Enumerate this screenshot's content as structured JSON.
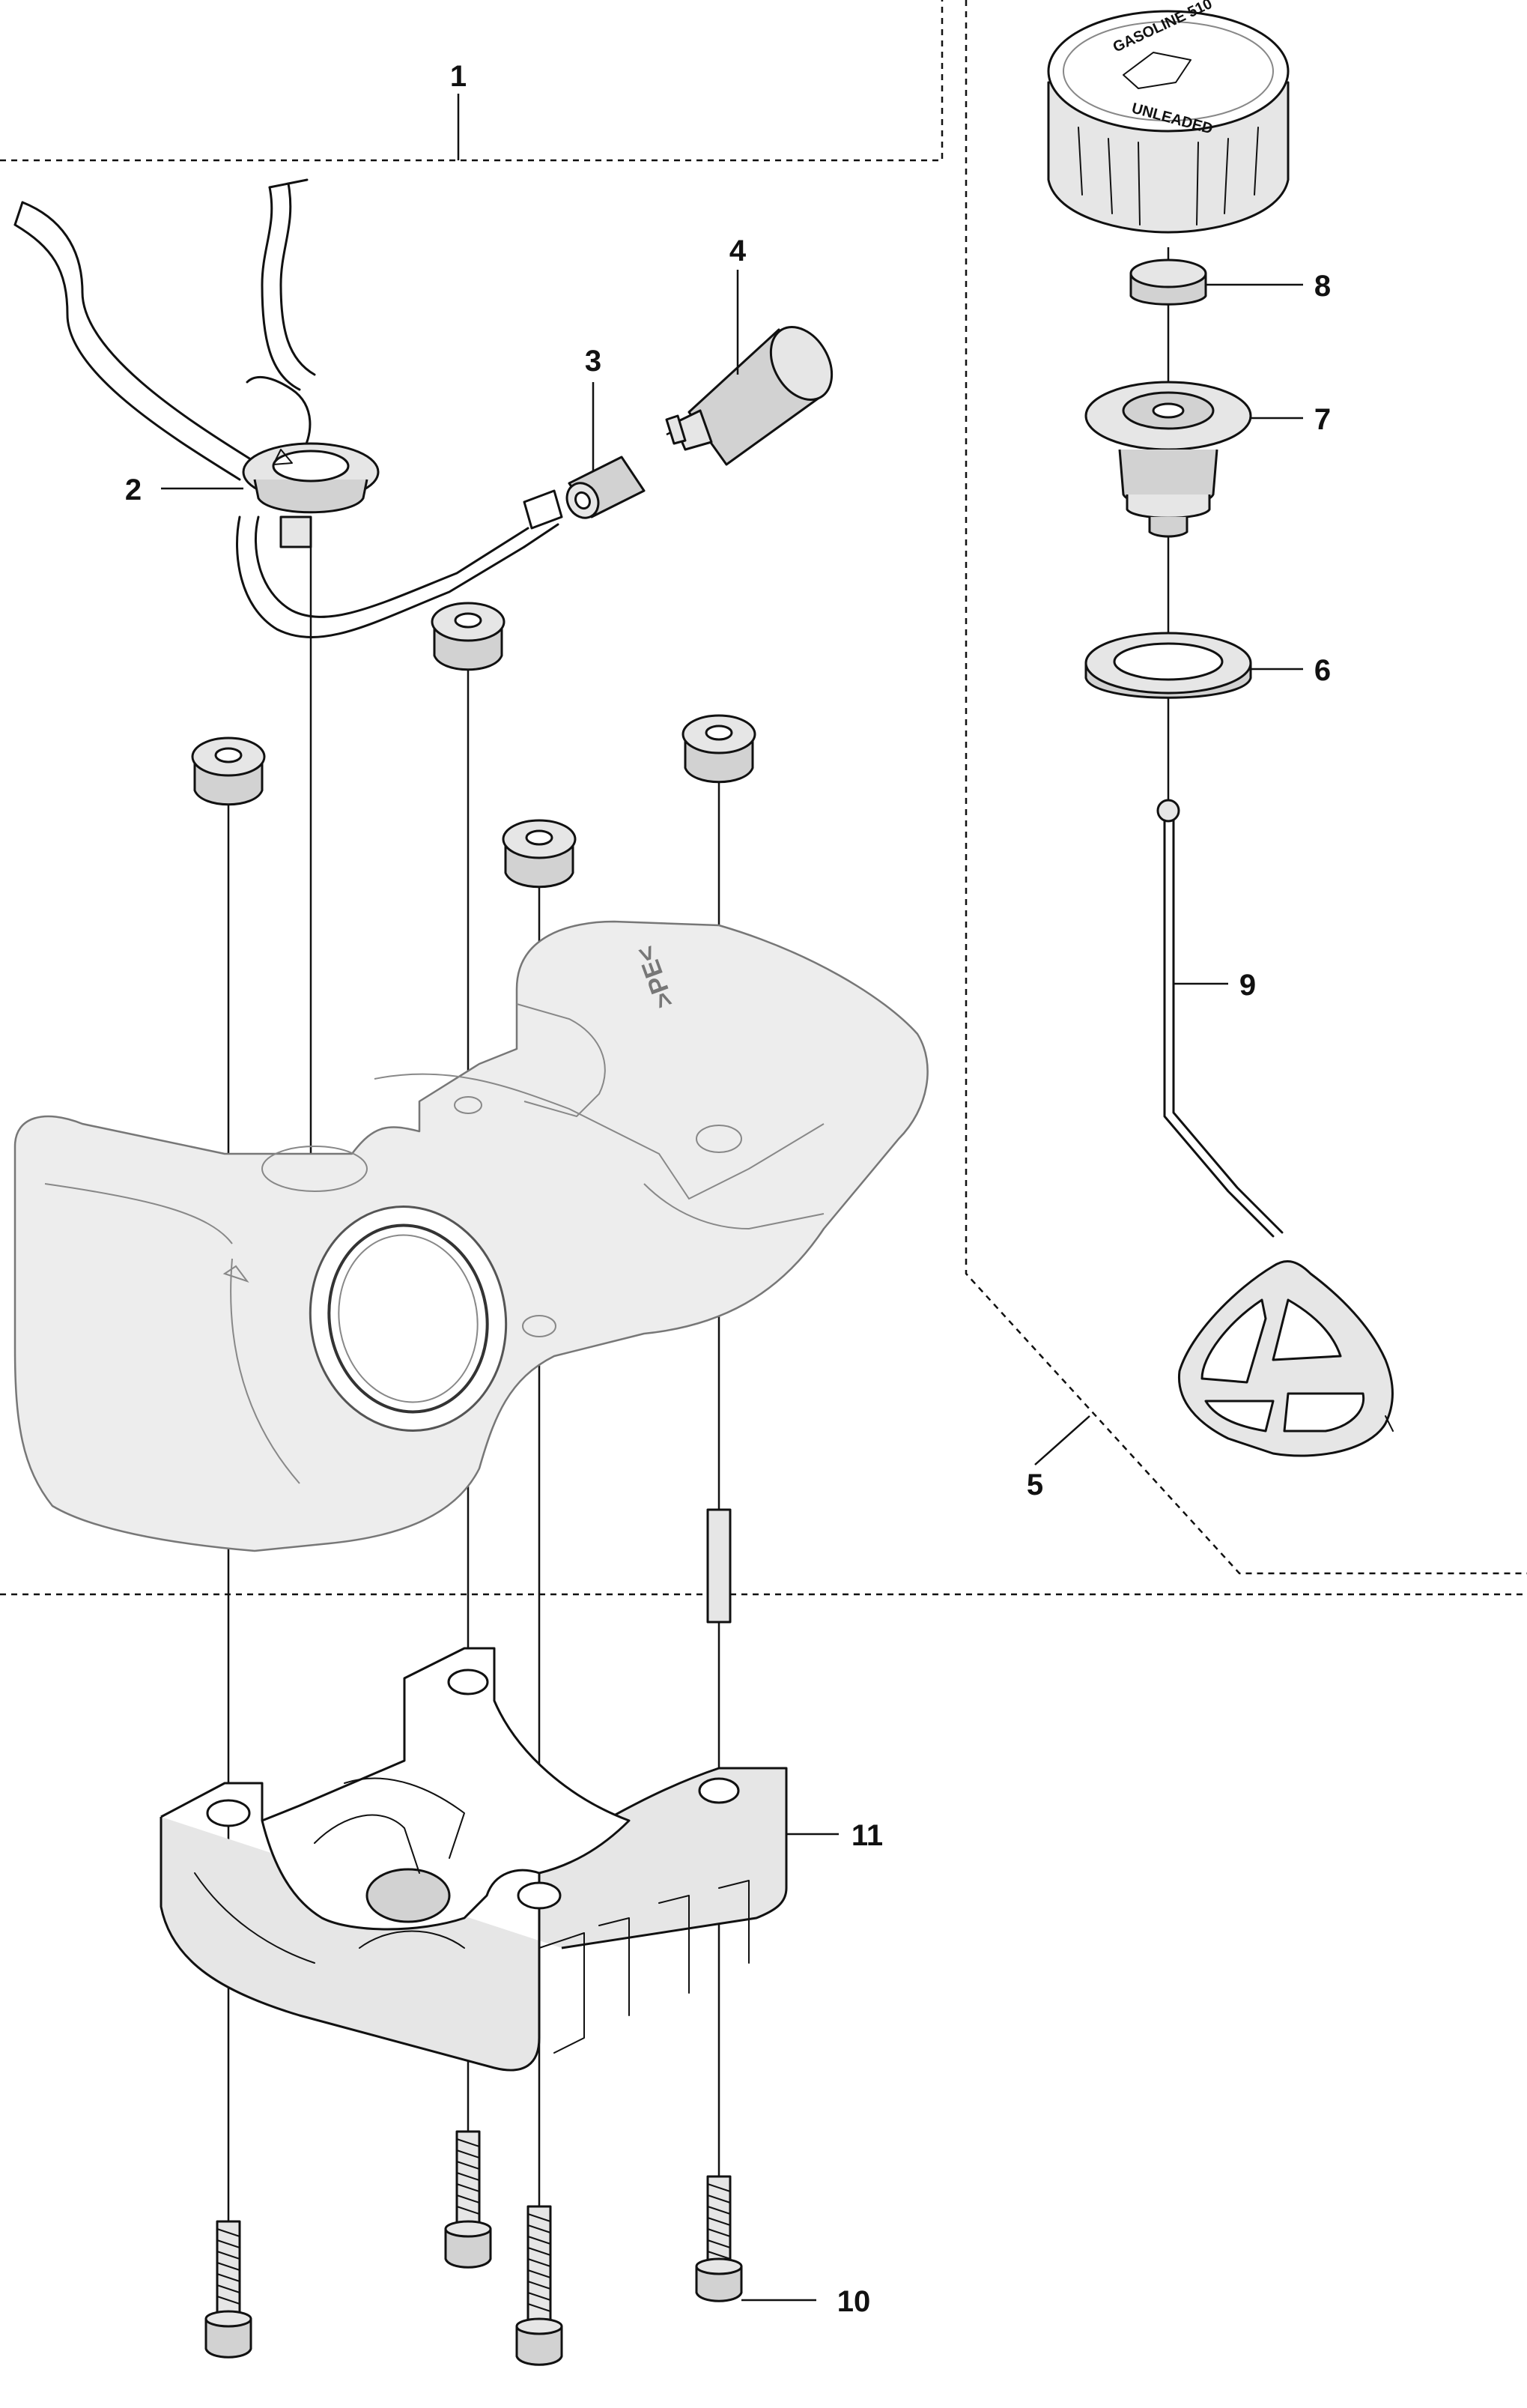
{
  "diagram": {
    "callouts": [
      {
        "id": "1",
        "text": "1",
        "part": "fuel-tank-assembly"
      },
      {
        "id": "2",
        "text": "2",
        "part": "grommet"
      },
      {
        "id": "3",
        "text": "3",
        "part": "fuel-filter-sleeve"
      },
      {
        "id": "4",
        "text": "4",
        "part": "fuel-filter"
      },
      {
        "id": "5",
        "text": "5",
        "part": "fuel-cap-assembly"
      },
      {
        "id": "6",
        "text": "6",
        "part": "gasket-ring"
      },
      {
        "id": "7",
        "text": "7",
        "part": "cap-insert"
      },
      {
        "id": "8",
        "text": "8",
        "part": "vent-pad"
      },
      {
        "id": "9",
        "text": "9",
        "part": "retainer-strap"
      },
      {
        "id": "10",
        "text": "10",
        "part": "screw"
      },
      {
        "id": "11",
        "text": "11",
        "part": "tank-bracket"
      }
    ],
    "cap_markings": {
      "top_text": "GASOLINE 510",
      "bottom_text": "UNLEADED"
    },
    "tank_marking": ">PE<"
  },
  "colors": {
    "line": "#111111",
    "part_fill": "#e6e6e6",
    "tank_outline": "#777777"
  }
}
